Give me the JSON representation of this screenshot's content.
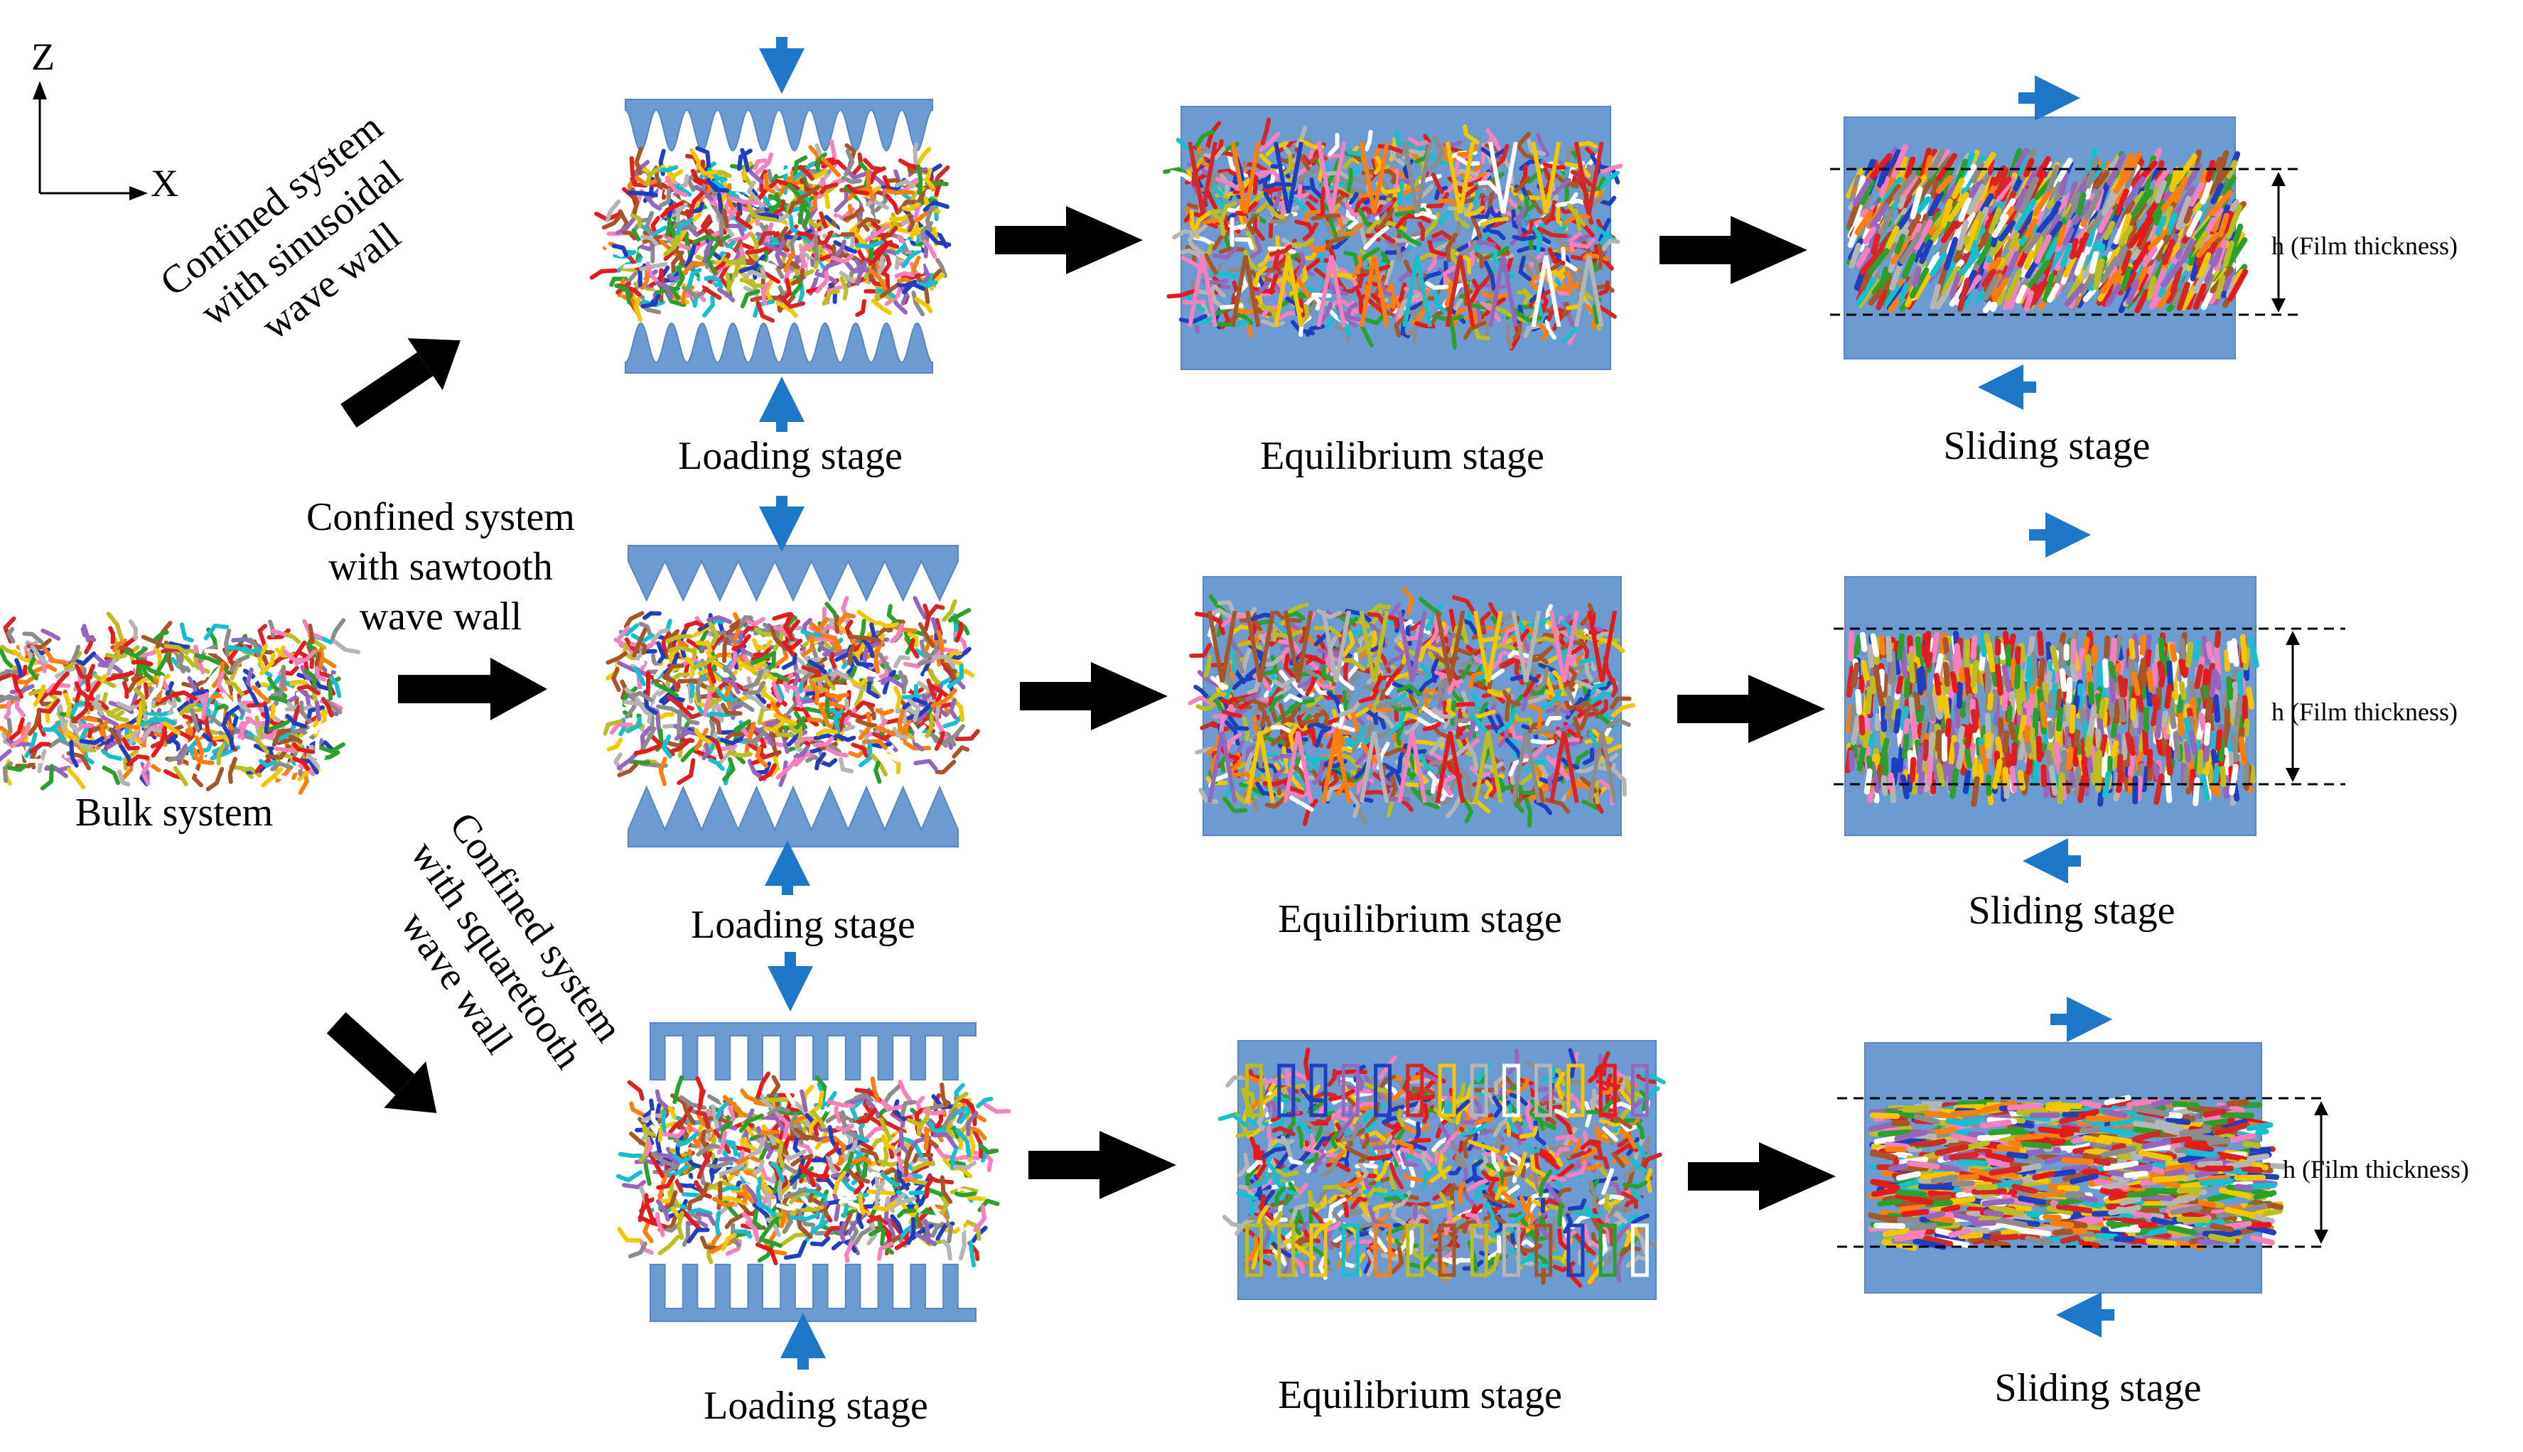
{
  "axes": {
    "z_label": "Z",
    "x_label": "X"
  },
  "bulk_label": "Bulk system",
  "branch_labels": {
    "sinusoidal": [
      "Confined system",
      "with sinusoidal",
      "wave wall"
    ],
    "sawtooth": [
      "Confined system",
      "with sawtooth",
      "wave wall"
    ],
    "squaretooth": [
      "Confined system",
      "with squaretooth",
      "wave wall"
    ]
  },
  "stage_labels": {
    "loading": "Loading stage",
    "equilibrium": "Equilibrium stage",
    "sliding": "Sliding stage"
  },
  "thickness_label": "h (Film thickness)",
  "colors": {
    "wall": "#6b9bd0",
    "wall_edge": "#5a88bd",
    "blue_arrow": "#1f77c8",
    "black_arrow": "#000000",
    "chains": [
      "#e41a1c",
      "#2ca02c",
      "#ff7f0e",
      "#8c8c8c",
      "#f2c700",
      "#1f3fbf",
      "#9467bd",
      "#f781bf",
      "#a65628",
      "#17becf",
      "#b5b5b5",
      "#ffffff",
      "#bcbd22",
      "#d62728"
    ]
  }
}
